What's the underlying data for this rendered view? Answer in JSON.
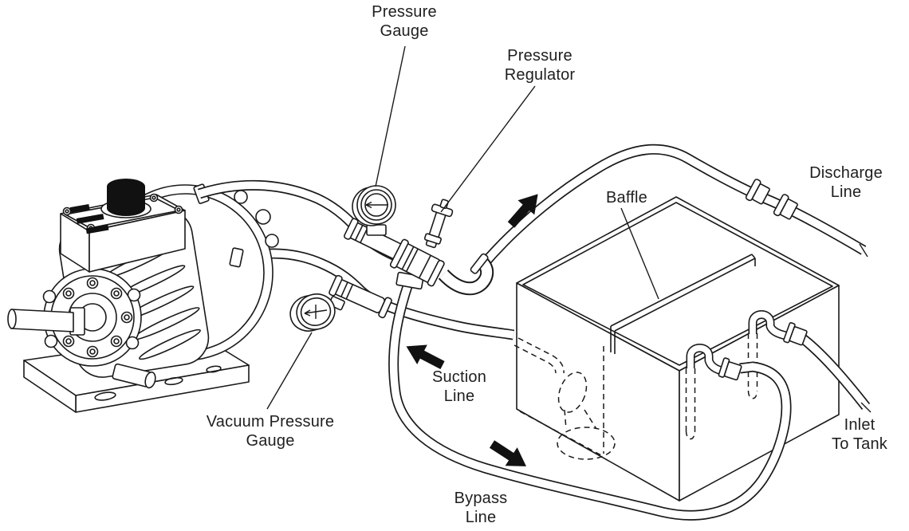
{
  "background": "#ffffff",
  "ink_color": "#1a1a1a",
  "diagram": {
    "type": "technical-illustration",
    "labels": {
      "pressure_gauge": "Pressure\nGauge",
      "pressure_regulator": "Pressure\nRegulator",
      "discharge_line": "Discharge\nLine",
      "baffle": "Baffle",
      "suction_line": "Suction\nLine",
      "vacuum_pressure_gauge": "Vacuum Pressure\nGauge",
      "bypass_line": "Bypass\nLine",
      "inlet_to_tank": "Inlet\nTo Tank"
    },
    "components": [
      "pump-motor-assembly",
      "pressure-gauge",
      "pressure-regulator",
      "vacuum-pressure-gauge",
      "supply-tank",
      "baffle-plate",
      "suction-hose",
      "bypass-hose",
      "discharge-hose",
      "inlet-hose",
      "flow-direction-arrows"
    ]
  }
}
